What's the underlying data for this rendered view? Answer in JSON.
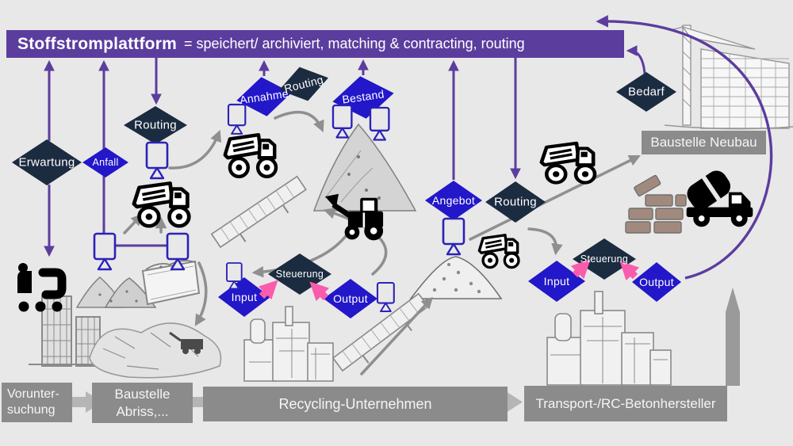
{
  "banner": {
    "title": "Stoffstromplattform",
    "equals_text": "= speichert/ archiviert, matching & contracting, routing"
  },
  "diamonds": {
    "erwartung": "Erwartung",
    "anfall": "Anfall",
    "routing_left": "Routing",
    "annahme": "Annahme",
    "routing_top": "Routing",
    "bestand": "Bestand",
    "angebot": "Angebot",
    "routing_mid": "Routing",
    "bedarf": "Bedarf",
    "steuerung_left": "Steuerung",
    "input_left": "Input",
    "output_left": "Output",
    "steuerung_right": "Steuerung",
    "input_right": "Input",
    "output_right": "Output"
  },
  "stages": {
    "stage1": {
      "line1": "Vorunter-",
      "line2": "suchung"
    },
    "stage2": {
      "line1": "Baustelle",
      "line2": "Abriss,..."
    },
    "stage3": {
      "label": "Recycling-Unternehmen"
    },
    "stage4": {
      "label": "Transport-/RC-Betonhersteller"
    }
  },
  "labels": {
    "baustelle_neubau": "Baustelle Neubau"
  },
  "icons": [
    "route-icon",
    "dump-truck-icon",
    "wheel-loader-icon",
    "concrete-mixer-truck-icon",
    "monitor-icon",
    "rubble-pile-sketch",
    "gravel-pile-sketch",
    "debris-container-sketch",
    "conveyor-belt-sketch",
    "recycling-plant-sketch",
    "concrete-plant-sketch",
    "demolition-site-sketch",
    "highrise-towers-sketch",
    "crane-building-sketch",
    "brick-wall-icon",
    "up-arrow",
    "chevron-arrow"
  ],
  "colors": {
    "platform_purple": "#5b3d9e",
    "process_blue": "#2217c9",
    "decision_navy": "#1b2b40",
    "pink": "#f95cac",
    "stage_gray": "#8b8b8b",
    "chevron_gray": "#b5b5b5",
    "connector_gray": "#8f8f8f",
    "background": "#e9e8e8"
  }
}
